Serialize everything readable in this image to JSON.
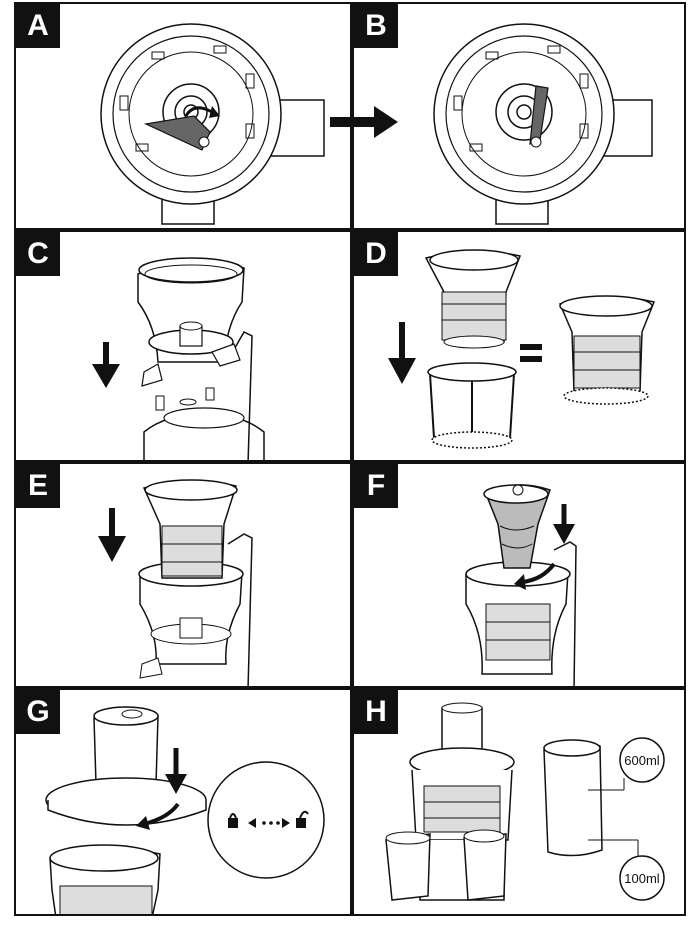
{
  "panels": [
    {
      "id": "A",
      "label": "A"
    },
    {
      "id": "B",
      "label": "B"
    },
    {
      "id": "C",
      "label": "C"
    },
    {
      "id": "D",
      "label": "D"
    },
    {
      "id": "E",
      "label": "E"
    },
    {
      "id": "F",
      "label": "F"
    },
    {
      "id": "G",
      "label": "G"
    },
    {
      "id": "H",
      "label": "H"
    }
  ],
  "volumes": {
    "top": "600ml",
    "bottom": "100ml"
  },
  "icons": {
    "step_arrow": "right-arrow-icon",
    "down_arrow": "down-arrow-icon",
    "locked": "lock-icon",
    "unlocked": "unlock-icon",
    "equals": "equals-icon"
  }
}
